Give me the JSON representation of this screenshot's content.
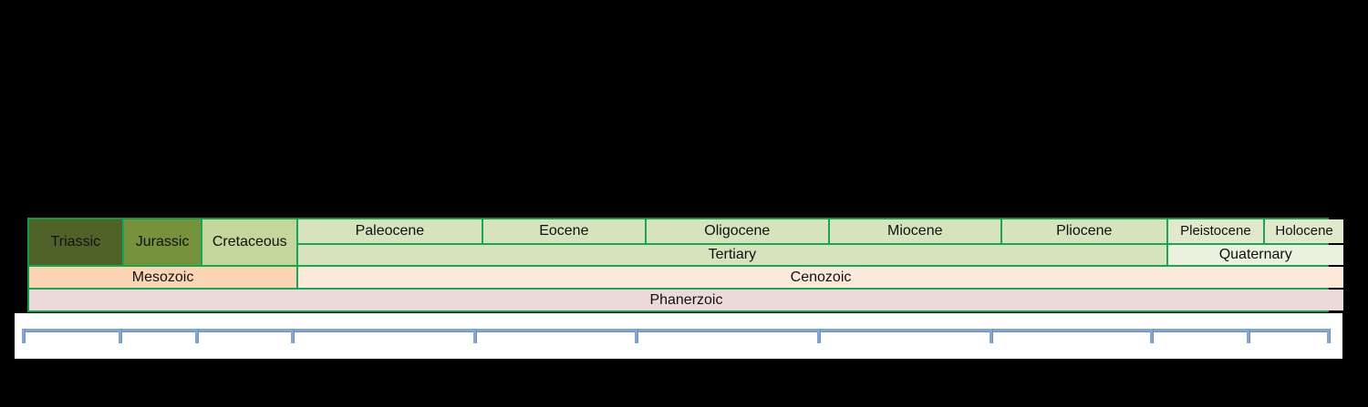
{
  "background_color": "#000000",
  "table": {
    "grid_line_color": "#1aa553",
    "outer_border_color": "#12994a",
    "text_color": "#111111",
    "cells": {
      "triassic": {
        "label": "Triassic",
        "fill": "#4f6228"
      },
      "jurassic": {
        "label": "Jurassic",
        "fill": "#76923c"
      },
      "cretaceous": {
        "label": "Cretaceous",
        "fill": "#c3d69b"
      },
      "paleocene": {
        "label": "Paleocene",
        "fill": "#d6e3bc"
      },
      "eocene": {
        "label": "Eocene",
        "fill": "#d6e3bc"
      },
      "oligocene": {
        "label": "Oligocene",
        "fill": "#d6e3bc"
      },
      "miocene": {
        "label": "Miocene",
        "fill": "#d6e3bc"
      },
      "pliocene": {
        "label": "Pliocene",
        "fill": "#d6e3bc"
      },
      "pleistocene": {
        "label": "Pleistocene",
        "fill": "#e0e9cc"
      },
      "holocene": {
        "label": "Holocene",
        "fill": "#e0e9cc"
      },
      "tertiary": {
        "label": "Tertiary",
        "fill": "#d6e3bc"
      },
      "quaternary": {
        "label": "Quaternary",
        "fill": "#ebf1de"
      },
      "mesozoic": {
        "label": "Mesozoic",
        "fill": "#fcd5b4"
      },
      "cenozoic": {
        "label": "Cenozoic",
        "fill": "#fde9d9"
      },
      "phanerzoic": {
        "label": "Phanerzoic",
        "fill": "#ecd9da"
      }
    }
  },
  "ruler": {
    "strip_color": "#ffffff",
    "line_color": "#84a6d2",
    "tick_positions_pct": [
      0,
      7.41,
      13.28,
      20.62,
      34.59,
      46.96,
      60.94,
      74.14,
      86.44,
      93.85,
      100
    ]
  }
}
